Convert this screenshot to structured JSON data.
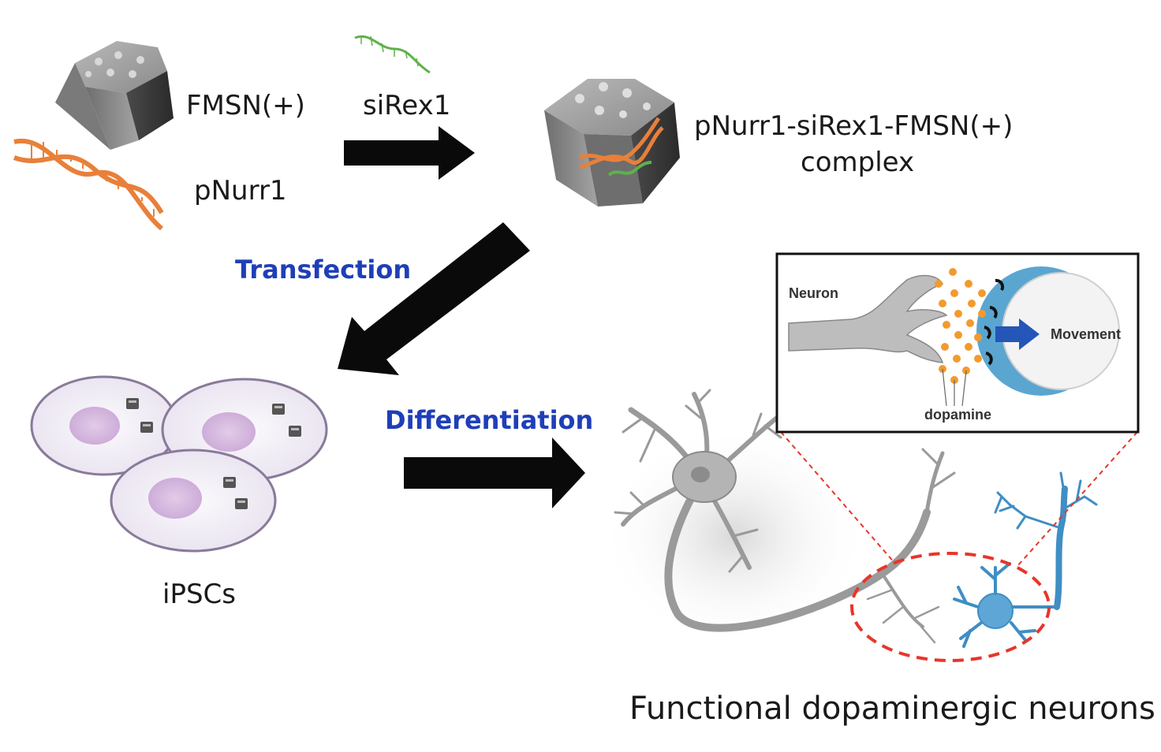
{
  "labels": {
    "fmsn": "FMSN(+)",
    "pnurr1": "pNurr1",
    "sirex1": "siRex1",
    "complex_line1": "pNurr1-siRex1-FMSN(+)",
    "complex_line2": "complex",
    "transfection": "Transfection",
    "ipscs": "iPSCs",
    "differentiation": "Differentiation",
    "caption": "Functional dopaminergic neurons"
  },
  "inset": {
    "neuron": "Neuron",
    "movement": "Movement",
    "dopamine": "dopamine"
  },
  "colors": {
    "text": "#1a1a1a",
    "process_text": "#1f3fb8",
    "dna": "#e8803a",
    "sirna": "#5fb14a",
    "arrow": "#0a0a0a",
    "highlight": "#e8352a",
    "cell_target": "#3f8ec4",
    "vesicle": "#f39a2e"
  }
}
